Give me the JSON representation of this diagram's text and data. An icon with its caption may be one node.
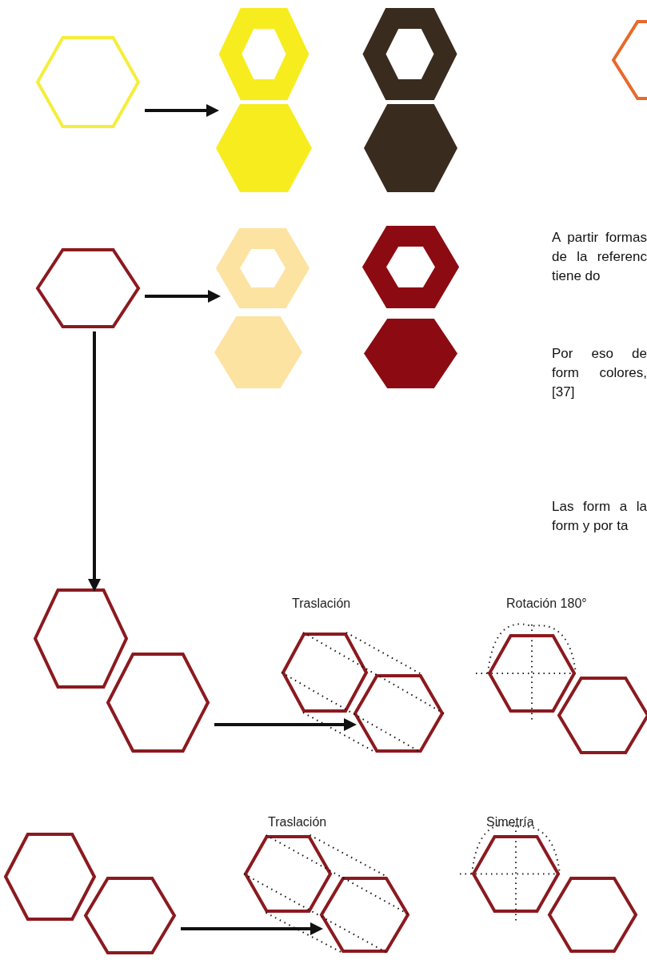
{
  "diagram": {
    "nodes": [
      {
        "text": [],
        "shape": "hexagon"
      },
      {
        "text": [],
        "shape": "hexagon"
      },
      {
        "text": [],
        "shape": "hexagon"
      },
      {
        "text": [],
        "shape": "hexagon"
      },
      {
        "text": [],
        "shape": "hexagon"
      },
      {
        "text": [],
        "shape": "hexagon"
      },
      {
        "text": [],
        "shape": "hexagon"
      },
      {
        "text": [],
        "shape": "hexagon"
      },
      {
        "text": [],
        "shape": "hexagon"
      },
      {
        "text": [],
        "shape": "hexagon"
      },
      {
        "text": [],
        "shape": "hexagon"
      },
      {
        "text": [],
        "shape": "hexagon"
      },
      {
        "text": [],
        "shape": "hexagon"
      },
      {
        "text": [],
        "shape": "hexagon",
        "beside": [
          "Traslación"
        ]
      },
      {
        "text": [],
        "shape": "hexagon"
      },
      {
        "text": [],
        "shape": "hexagon",
        "beside": [
          "Rotación 180°"
        ]
      },
      {
        "text": [],
        "shape": "hexagon"
      },
      {
        "text": [],
        "shape": "hexagon"
      },
      {
        "text": [],
        "shape": "hexagon"
      },
      {
        "text": [],
        "shape": "hexagon",
        "beside": [
          "Traslación"
        ]
      },
      {
        "text": [],
        "shape": "hexagon"
      },
      {
        "text": [],
        "shape": "hexagon",
        "beside": [
          "Simetría"
        ]
      },
      {
        "text": [],
        "shape": "hexagon"
      }
    ],
    "edges": [
      {
        "from": 0,
        "to": 2,
        "arrow": "to",
        "style": "thick"
      },
      {
        "from": 6,
        "to": 7,
        "arrow": "to",
        "style": "thick"
      },
      {
        "from": 6,
        "to": 11,
        "arrow": "to",
        "style": "thick"
      },
      {
        "from": 12,
        "to": 14,
        "arrow": "to",
        "style": "thick"
      },
      {
        "from": 18,
        "to": 20,
        "arrow": "to",
        "style": "thick"
      },
      {
        "from": 13,
        "to": 14,
        "arrow": "none",
        "style": "dashed"
      },
      {
        "from": 13,
        "to": 14,
        "arrow": "none",
        "style": "dashed"
      },
      {
        "from": 13,
        "to": 14,
        "arrow": "none",
        "style": "dashed"
      },
      {
        "from": 13,
        "to": 14,
        "arrow": "none",
        "style": "dashed"
      },
      {
        "from": 19,
        "to": 20,
        "arrow": "none",
        "style": "dashed"
      },
      {
        "from": 19,
        "to": 20,
        "arrow": "none",
        "style": "dashed"
      },
      {
        "from": 19,
        "to": 20,
        "arrow": "none",
        "style": "dashed"
      },
      {
        "from": 19,
        "to": 20,
        "arrow": "none",
        "style": "dashed"
      }
    ],
    "labels": [
      "A partir formas de la referenc tiene do",
      "Por eso de form colores, [37]",
      "Las form a la form y por ta"
    ]
  }
}
